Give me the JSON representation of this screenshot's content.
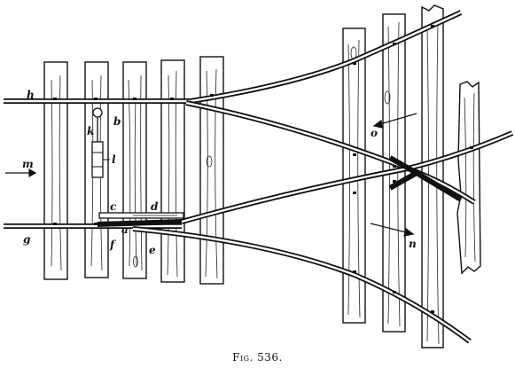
{
  "labels": {
    "h": "h",
    "b": "b",
    "k": "k",
    "l": "l",
    "m": "m",
    "o": "o",
    "c": "c",
    "d": "d",
    "a": "a",
    "g": "g",
    "f": "f",
    "e": "e",
    "n": "n"
  },
  "caption": {
    "fig_word": "Fig.",
    "number": "536."
  }
}
